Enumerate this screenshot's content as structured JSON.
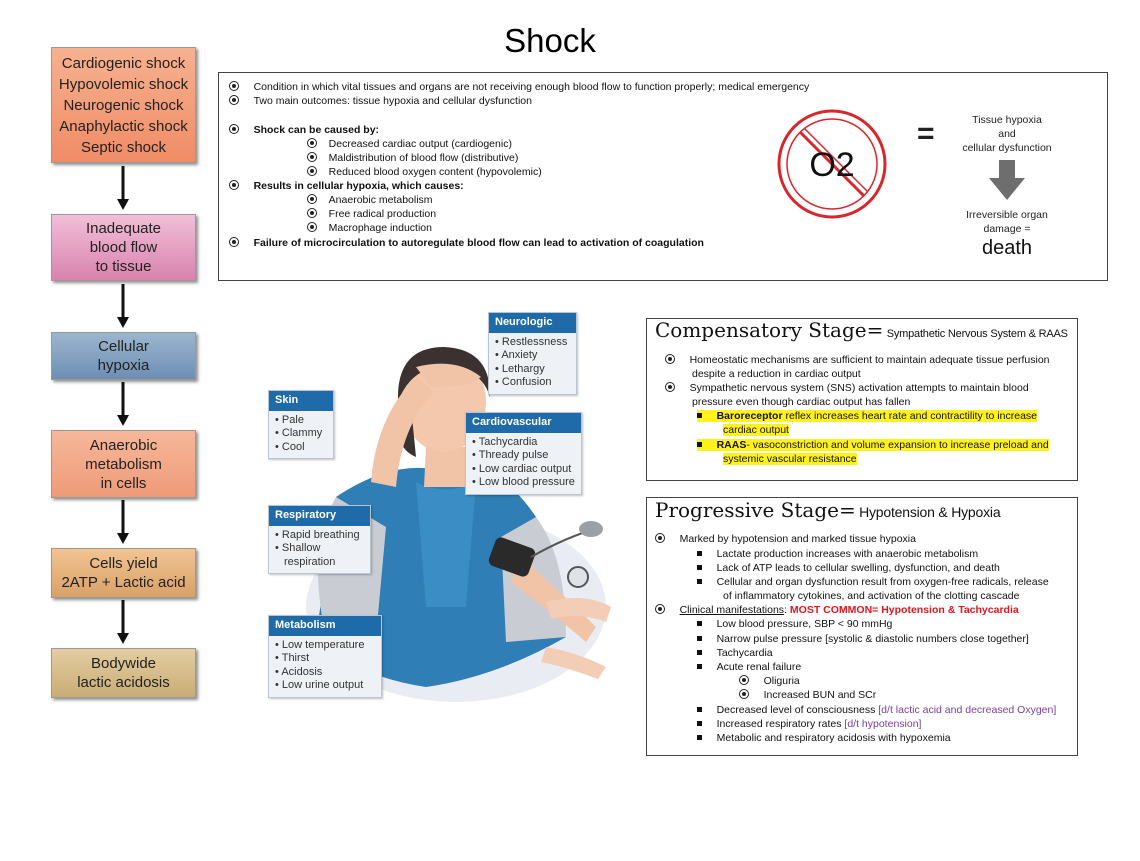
{
  "title": "Shock",
  "flow": {
    "types": [
      "Cardiogenic shock",
      "Hypovolemic shock",
      "Neurogenic shock",
      "Anaphylactic shock",
      "Septic shock"
    ],
    "step2": [
      "Inadequate",
      "blood flow",
      "to tissue"
    ],
    "step3": [
      "Cellular",
      "hypoxia"
    ],
    "step4": [
      "Anaerobic",
      "metabolism",
      "in cells"
    ],
    "step5": [
      "Cells yield",
      "2ATP + Lactic acid"
    ],
    "step6": [
      "Bodywide",
      "lactic acidosis"
    ]
  },
  "overview": {
    "l1": "Condition in which vital tissues and organs are not receiving enough blood flow to function properly; medical emergency",
    "l2": "Two main outcomes: tissue hypoxia and cellular dysfunction",
    "causes_head": "Shock can be caused by:",
    "causes": [
      "Decreased cardiac output (cardiogenic)",
      "Maldistribution of blood flow (distributive)",
      "Reduced blood oxygen content (hypovolemic)"
    ],
    "results_head": "Results in cellular hypoxia, which causes:",
    "results": [
      "Anaerobic metabolism",
      "Free radical production",
      "Macrophage induction"
    ],
    "failure": "Failure of microcirculation to autoregulate blood flow can lead to activation of coagulation",
    "o2_symbol": "O2",
    "equals": "=",
    "side_top": [
      "Tissue hypoxia",
      "and",
      "cellular dysfunction"
    ],
    "side_bottom": [
      "Irreversible organ",
      "damage ="
    ],
    "death": "death"
  },
  "illustration": {
    "neurologic": {
      "head": "Neurologic",
      "items": [
        "Restlessness",
        "Anxiety",
        "Lethargy",
        "Confusion"
      ]
    },
    "skin": {
      "head": "Skin",
      "items": [
        "Pale",
        "Clammy",
        "Cool"
      ]
    },
    "cardio": {
      "head": "Cardiovascular",
      "items": [
        "Tachycardia",
        "Thready pulse",
        "Low cardiac output",
        "Low blood pressure"
      ]
    },
    "resp": {
      "head": "Respiratory",
      "items": [
        "Rapid breathing",
        "Shallow",
        "respiration"
      ]
    },
    "metab": {
      "head": "Metabolism",
      "items": [
        "Low temperature",
        "Thirst",
        "Acidosis",
        "Low urine output"
      ]
    }
  },
  "compensatory": {
    "title": "Compensatory Stage=",
    "subtitle": "Sympathetic Nervous System & RAAS",
    "b1a": "Homeostatic mechanisms are sufficient to maintain adequate tissue perfusion",
    "b1b": "despite a reduction in cardiac output",
    "b2a": "Sympathetic nervous system (SNS) activation attempts to maintain blood",
    "b2b": "pressure even though cardiac output has fallen",
    "s1_bold": "Baroreceptor",
    "s1_rest": " reflex increases heart rate and contractility to increase",
    "s1b": "cardiac output",
    "s2_bold": "RAAS",
    "s2_rest": "- vasoconstriction and volume expansion to increase preload and",
    "s2b": "systemic vascular resistance"
  },
  "progressive": {
    "title": "Progressive Stage=",
    "subtitle": "Hypotension & Hypoxia",
    "b1": "Marked by hypotension and marked tissue hypoxia",
    "s1": "Lactate production increases with anaerobic metabolism",
    "s2": "Lack of ATP leads to cellular swelling, dysfunction, and death",
    "s3a": "Cellular and organ dysfunction result from oxygen-free radicals, release",
    "s3b": "of inflammatory cytokines, and activation of the clotting cascade",
    "b2_ul": "Clinical manifestations",
    "b2_colon": ": ",
    "b2_red": "MOST COMMON= Hypotension & Tachycardia",
    "c1": "Low blood pressure, SBP < 90 mmHg",
    "c2": "Narrow pulse pressure [systolic & diastolic numbers close together]",
    "c3": "Tachycardia",
    "c4": "Acute renal failure",
    "c4a": "Oliguria",
    "c4b": "Increased BUN and SCr",
    "c5": "Decreased level of consciousness ",
    "c5_note": "[d/t lactic acid and decreased Oxygen]",
    "c6": "Increased respiratory rates ",
    "c6_note": "[d/t hypotension]",
    "c7": "Metabolic and respiratory acidosis with hypoxemia"
  }
}
